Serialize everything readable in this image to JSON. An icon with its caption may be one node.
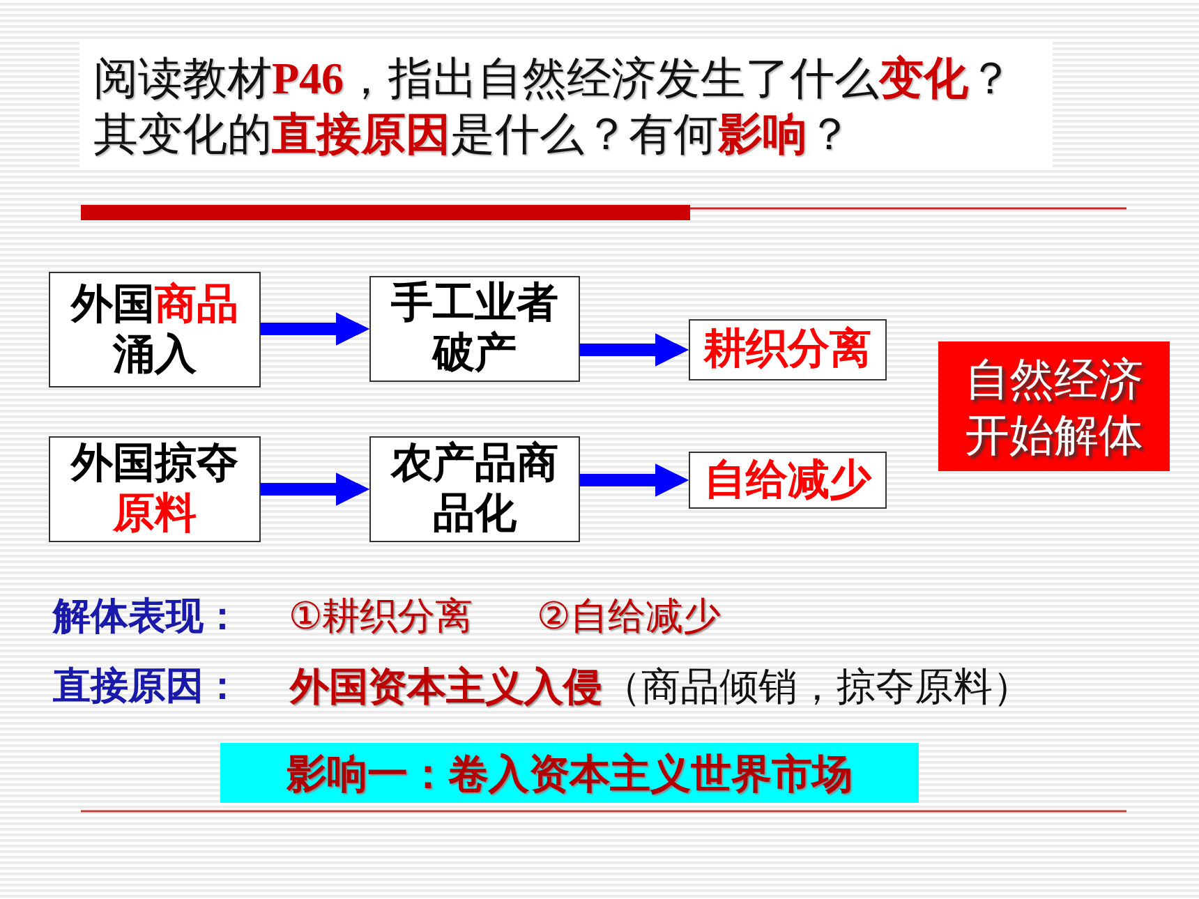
{
  "diagram": {
    "title": "阅读教材**P46**，指出自然经济发生了什么**变化**？其变化的**直接原因**是什么？有何**影响**？",
    "nodes": [
      {
        "text": [
          "外国**商品**涌入"
        ]
      },
      {
        "text": [
          "手工业者破产"
        ]
      },
      {
        "text": [
          "耕织分离"
        ]
      },
      {
        "text": [
          "外国掠夺**原料**"
        ]
      },
      {
        "text": [
          "农产品商品化"
        ]
      },
      {
        "text": [
          "自给减少"
        ]
      },
      {
        "text": [
          "自然经济开始解体"
        ]
      },
      {
        "text": [
          "影响一：卷入资本主义世界市场"
        ]
      }
    ],
    "edges": [
      {
        "from": 0,
        "to": 1,
        "arrow": "to"
      },
      {
        "from": 1,
        "to": 2,
        "arrow": "to"
      },
      {
        "from": 3,
        "to": 4,
        "arrow": "to"
      },
      {
        "from": 4,
        "to": 5,
        "arrow": "to"
      }
    ],
    "labels": [
      "解体表现：",
      "①耕织分离",
      "②自给减少",
      "直接原因：",
      "**外国资本主义入侵**（商品倾销，掠夺原料）"
    ]
  }
}
